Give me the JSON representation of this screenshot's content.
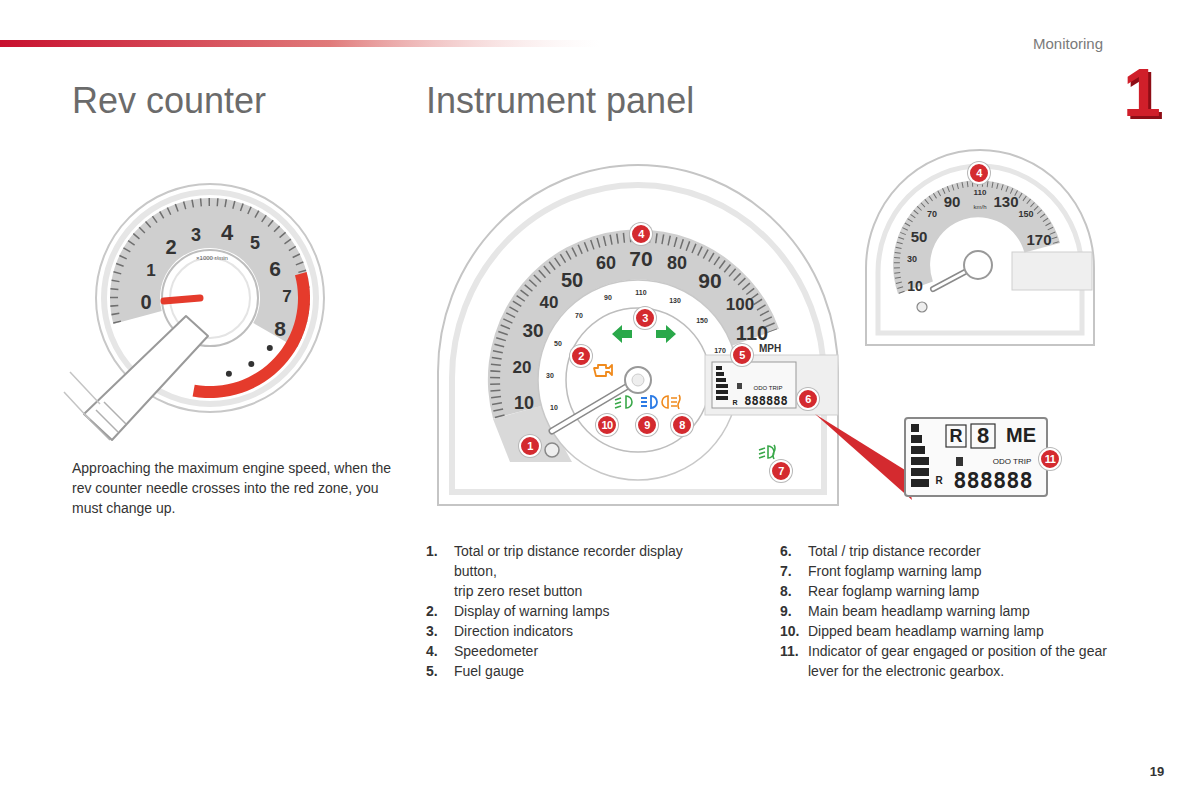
{
  "diagram": {
    "labels": [
      "Monitoring",
      "1",
      "Rev counter",
      "Instrument panel",
      "0",
      "1",
      "2",
      "3",
      "4",
      "5",
      "6",
      "7",
      "8",
      "×1000 r/min",
      "10",
      "20",
      "30",
      "40",
      "50",
      "60",
      "70",
      "80",
      "90",
      "100",
      "110",
      "MPH",
      "10",
      "30",
      "50",
      "70",
      "90",
      "110",
      "130",
      "150",
      "170",
      "ODO TRIP",
      "R",
      "888888",
      "1",
      "2",
      "3",
      "4",
      "5",
      "6",
      "7",
      "8",
      "9",
      "10",
      "R",
      "8",
      "ME",
      "ODO TRIP",
      "R",
      "888888",
      "11",
      "4",
      "10",
      "30",
      "50",
      "70",
      "90",
      "110",
      "km/h",
      "130",
      "150",
      "170",
      "Approaching the maximum engine speed, when the rev counter needle crosses into the red zone, you must change up.",
      "1.",
      "Total or trip distance recorder display button,",
      "trip zero reset button",
      "2.",
      "Display of warning lamps",
      "3.",
      "Direction indicators",
      "4.",
      "Speedometer",
      "5.",
      "Fuel gauge",
      "6.",
      "Total / trip distance recorder",
      "7.",
      "Front foglamp warning lamp",
      "8.",
      "Rear foglamp warning lamp",
      "9.",
      "Main beam headlamp warning lamp",
      "10.",
      "Dipped beam headlamp warning lamp",
      "11.",
      "Indicator of gear engaged or position of the gear lever for the electronic gearbox.",
      "19"
    ]
  }
}
